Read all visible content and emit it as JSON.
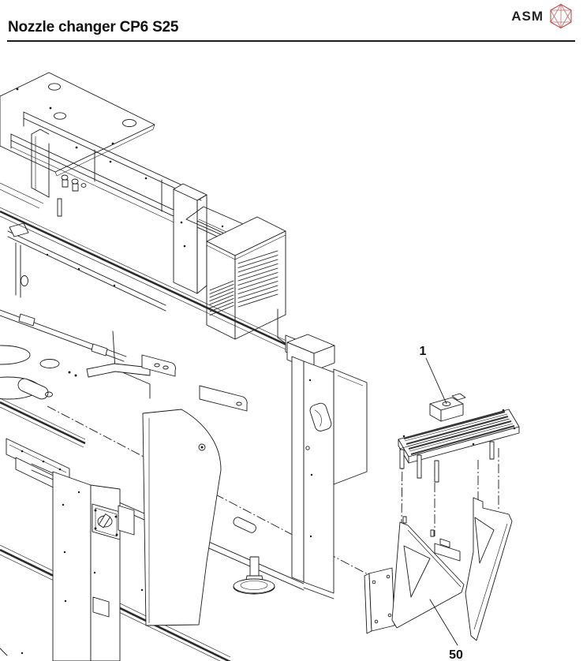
{
  "header": {
    "title": "Nozzle changer CP6 S25"
  },
  "logo": {
    "text": "ASM",
    "icon": "asm-hexagon-icon",
    "icon_color": "#b5524b",
    "text_color": "#222222"
  },
  "diagram": {
    "description": "Isometric exploded view of placement machine with nozzle changer unit and mounting bracket",
    "line_color": "#1a1a1a",
    "callouts": [
      {
        "id": "1",
        "label": "1",
        "points_to": "nozzle-changer-unit"
      },
      {
        "id": "50",
        "label": "50",
        "points_to": "mounting-bracket"
      }
    ]
  }
}
